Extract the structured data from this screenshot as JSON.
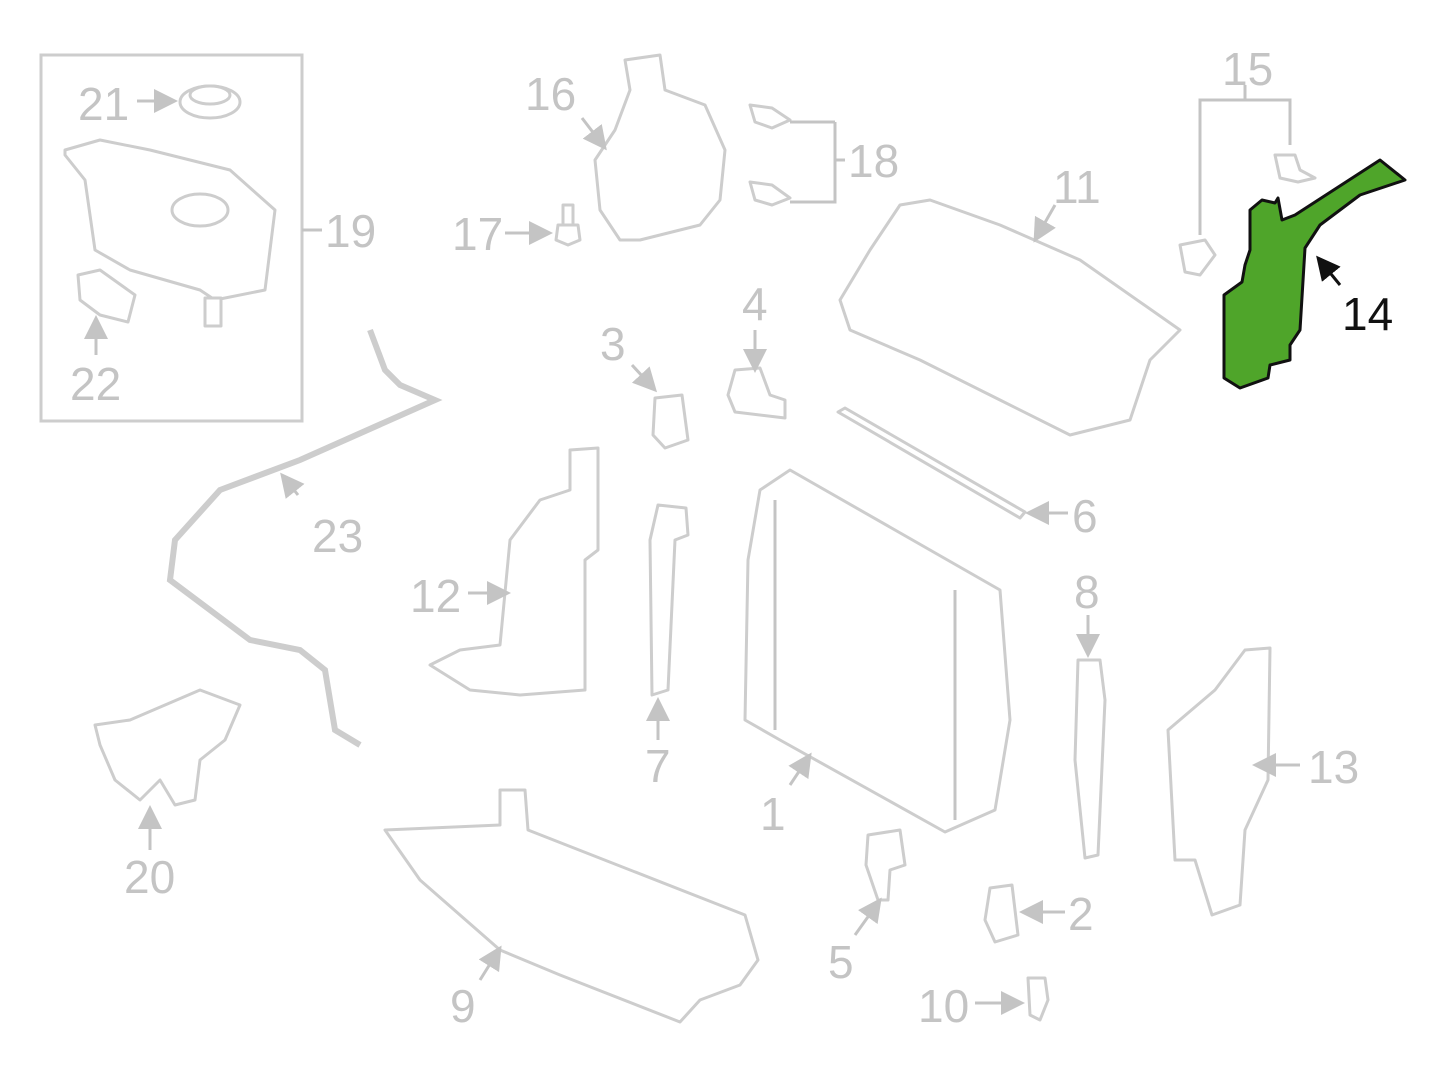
{
  "diagram": {
    "highlight_color": "#4fa52a",
    "callouts": {
      "c1": "1",
      "c2": "2",
      "c3": "3",
      "c4": "4",
      "c5": "5",
      "c6": "6",
      "c7": "7",
      "c8": "8",
      "c9": "9",
      "c10": "10",
      "c11": "11",
      "c12": "12",
      "c13": "13",
      "c14": "14",
      "c15": "15",
      "c16": "16",
      "c17": "17",
      "c18": "18",
      "c19": "19",
      "c20": "20",
      "c21": "21",
      "c22": "22",
      "c23": "23"
    },
    "selected_part": "14"
  }
}
